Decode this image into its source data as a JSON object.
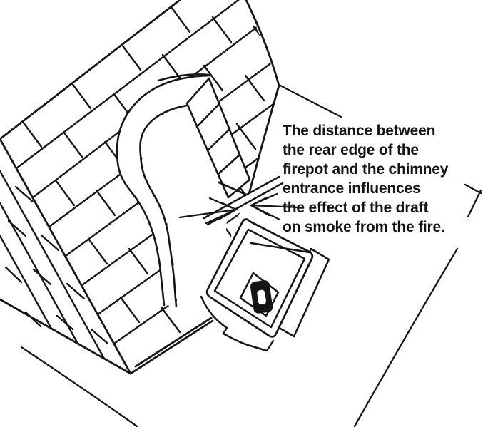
{
  "annotation": {
    "lines": [
      "The distance between",
      "the rear edge of the",
      "firepot and the chimney",
      "entrance influences",
      "the effect of the draft",
      "on smoke from the fire."
    ]
  },
  "colors": {
    "ink": "#141414",
    "paper": "#ffffff"
  }
}
